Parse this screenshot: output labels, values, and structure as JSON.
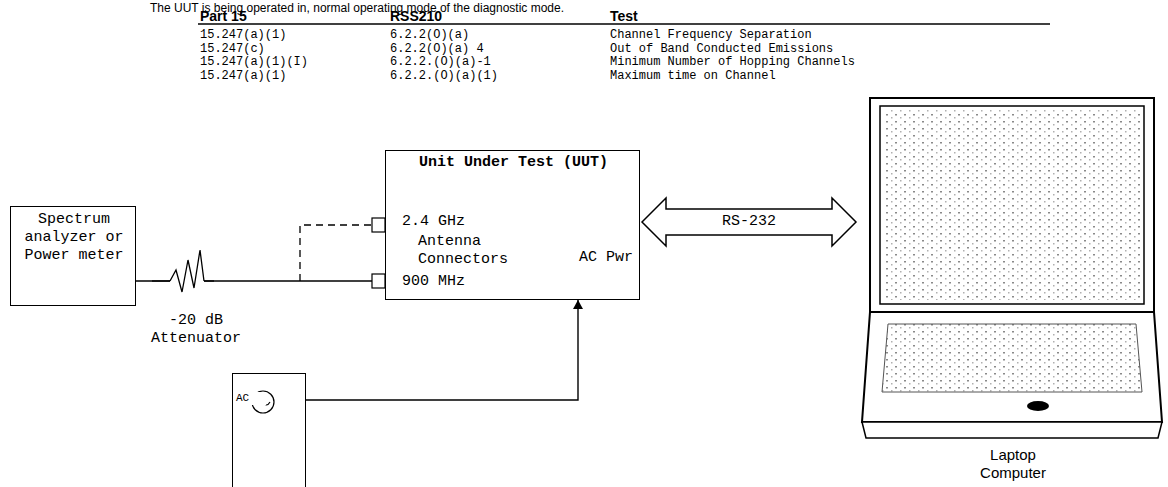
{
  "diagram": {
    "nodes": [
      {
        "text": [
          "Spectrum analyzer or Power meter"
        ]
      },
      {
        "text": [
          "Unit Under Test (UUT)",
          "2.4 GHz",
          "Antenna Connectors",
          "900 MHz",
          "AC Pwr"
        ]
      },
      {
        "text": [
          "Laptop Computer"
        ]
      },
      {
        "text": [
          "AC"
        ]
      }
    ],
    "edges": [
      {
        "from": 0,
        "to": 1,
        "arrow": "none"
      },
      {
        "from": 1,
        "to": 2,
        "label": "RS-232",
        "arrow": "both"
      },
      {
        "from": 3,
        "to": 1,
        "arrow": "to"
      }
    ],
    "labels": [
      "The UUT is being operated in, normal operating mode of the diagnostic mode.",
      "Part 15",
      "RSS210",
      "Test",
      "15.247(a)(1)",
      "6.2.2(O)(a)",
      "Channel Frequency Separation",
      "15.247(c)",
      "6.2.2(O)(a) 4",
      "Out of Band Conducted Emissions",
      "15.247(a)(1)(I)",
      "6.2.2.(O)(a)-1",
      "Minimum Number of Hopping Channels",
      "15.247(a)(1)",
      "6.2.2.(O)(a)(1)",
      "Maximum time on Channel",
      "-20 dB Attenuator"
    ]
  }
}
